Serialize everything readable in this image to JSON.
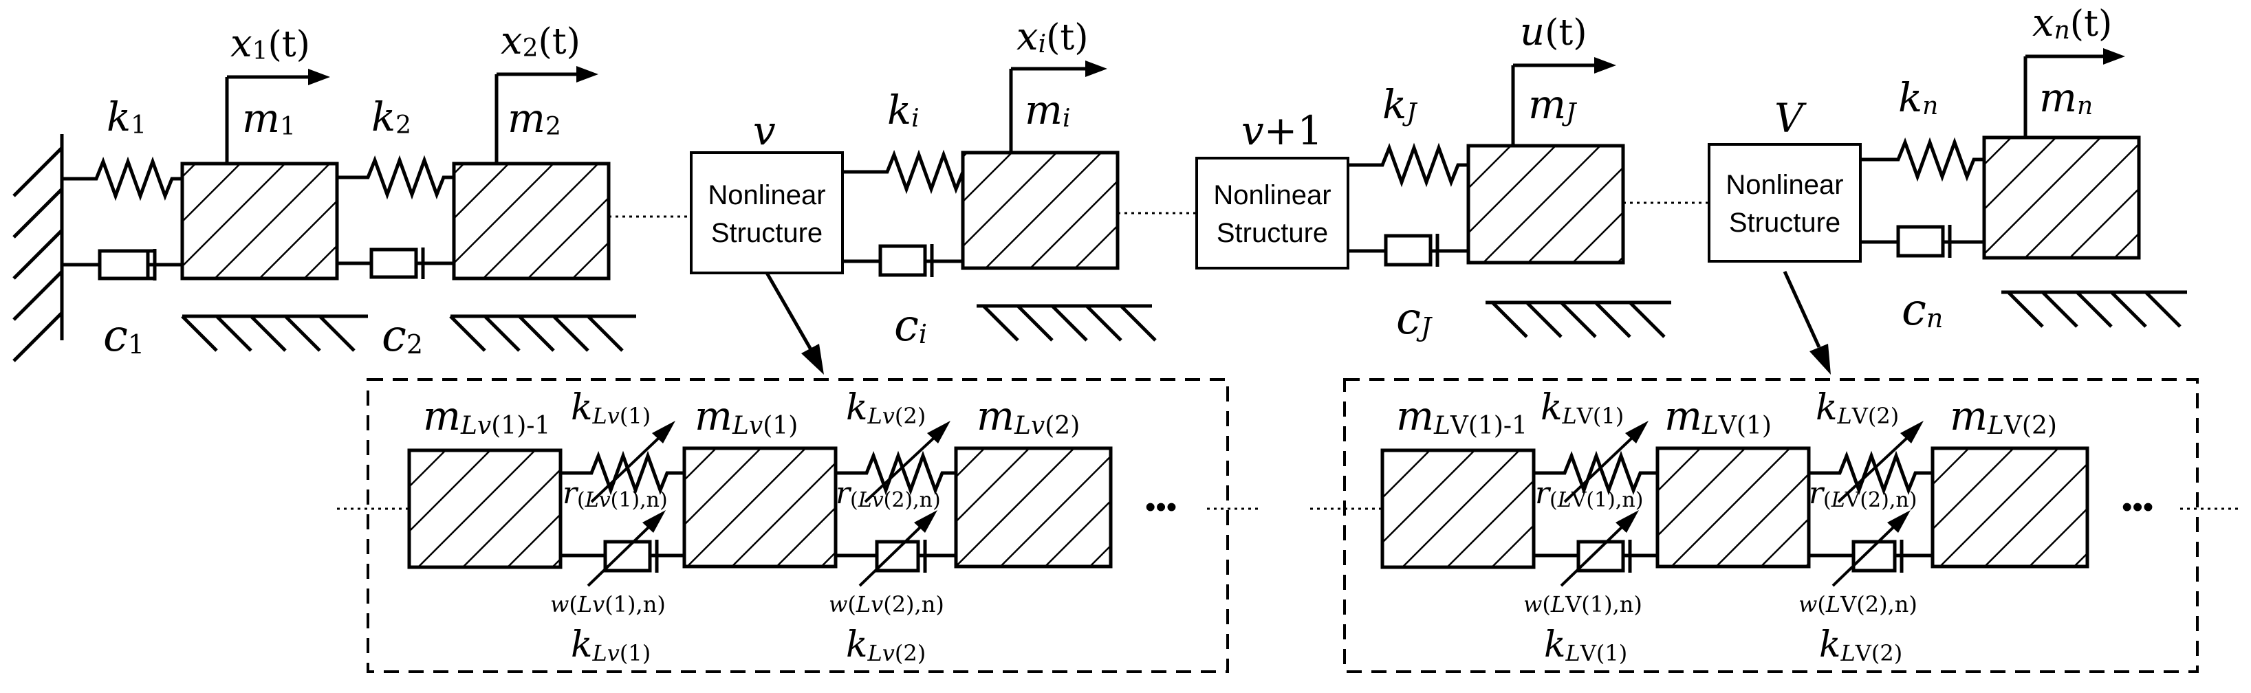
{
  "diagram": {
    "top": {
      "k1": "k",
      "k1_sub": "1",
      "k2": "k",
      "k2_sub": "2",
      "ki": "k",
      "ki_sub": "i",
      "kJ": "k",
      "kJ_sub": "J",
      "kn": "k",
      "kn_sub": "n",
      "m1": "m",
      "m1_sub": "1",
      "m2": "m",
      "m2_sub": "2",
      "mi": "m",
      "mi_sub": "i",
      "mJ": "m",
      "mJ_sub": "J",
      "mn": "m",
      "mn_sub": "n",
      "c1": "c",
      "c1_sub": "1",
      "c2": "c",
      "c2_sub": "2",
      "ci": "c",
      "ci_sub": "i",
      "cJ": "c",
      "cJ_sub": "J",
      "cn": "c",
      "cn_sub": "n",
      "x1": "x",
      "x1_sub": "1",
      "x1_t": "(t)",
      "x2": "x",
      "x2_sub": "2",
      "x2_t": "(t)",
      "xi": "x",
      "xi_sub": "i",
      "xi_t": "(t)",
      "u": "u",
      "u_t": "(t)",
      "xn": "x",
      "xn_sub": "n",
      "xn_t": "(t)",
      "v_label": "v",
      "v1_label_var": "v",
      "v1_label_rest": "+1",
      "V_label": "V",
      "nl1_line1": "Nonlinear",
      "nl1_line2": "Structure",
      "nl2_line1": "Nonlinear",
      "nl2_line2": "Structure",
      "nl3_line1": "Nonlinear",
      "nl3_line2": "Structure"
    },
    "detail_left": {
      "m_a": "m",
      "m_a_sub": "Lv",
      "m_a_sub2": "(1)-1",
      "m_b": "m",
      "m_b_sub": "Lv",
      "m_b_sub2": "(1)",
      "m_c": "m",
      "m_c_sub": "Lv",
      "m_c_sub2": "(2)",
      "k_a": "k",
      "k_a_sub": "Lv",
      "k_a_sub2": "(1)",
      "k_b": "k",
      "k_b_sub": "Lv",
      "k_b_sub2": "(2)",
      "r_a": "r",
      "r_a_sub1": "(",
      "r_a_sub": "Lv",
      "r_a_sub2": "(1),n)",
      "r_b": "r",
      "r_b_sub1": "(",
      "r_b_sub": "Lv",
      "r_b_sub2": "(2),n)",
      "w_a": "w",
      "w_a_sub1": "(",
      "w_a_sub": "Lv",
      "w_a_sub2": "(1),n)",
      "w_b": "w",
      "w_b_sub1": "(",
      "w_b_sub": "Lv",
      "w_b_sub2": "(2),n)",
      "kd_a": "k",
      "kd_a_sub": "Lv",
      "kd_a_sub2": "(1)",
      "kd_b": "k",
      "kd_b_sub": "Lv",
      "kd_b_sub2": "(2)",
      "ellipsis": "•••"
    },
    "detail_right": {
      "m_a": "m",
      "m_a_sub": "L",
      "m_a_sub2": "V(1)-1",
      "m_b": "m",
      "m_b_sub": "L",
      "m_b_sub2": "V(1)",
      "m_c": "m",
      "m_c_sub": "L",
      "m_c_sub2": "V(2)",
      "k_a": "k",
      "k_a_sub": "L",
      "k_a_sub2": "V(1)",
      "k_b": "k",
      "k_b_sub": "L",
      "k_b_sub2": "V(2)",
      "r_a": "r",
      "r_a_sub1": "(",
      "r_a_sub": "L",
      "r_a_sub2": "V(1),n)",
      "r_b": "r",
      "r_b_sub1": "(",
      "r_b_sub": "L",
      "r_b_sub2": "V(2),n)",
      "w_a": "w",
      "w_a_sub1": "(",
      "w_a_sub": "L",
      "w_a_sub2": "V(1),n)",
      "w_b": "w",
      "w_b_sub1": "(",
      "w_b_sub": "L",
      "w_b_sub2": "V(2),n)",
      "kd_a": "k",
      "kd_a_sub": "L",
      "kd_a_sub2": "V(1)",
      "kd_b": "k",
      "kd_b_sub": "L",
      "kd_b_sub2": "V(2)",
      "ellipsis": "•••"
    }
  }
}
